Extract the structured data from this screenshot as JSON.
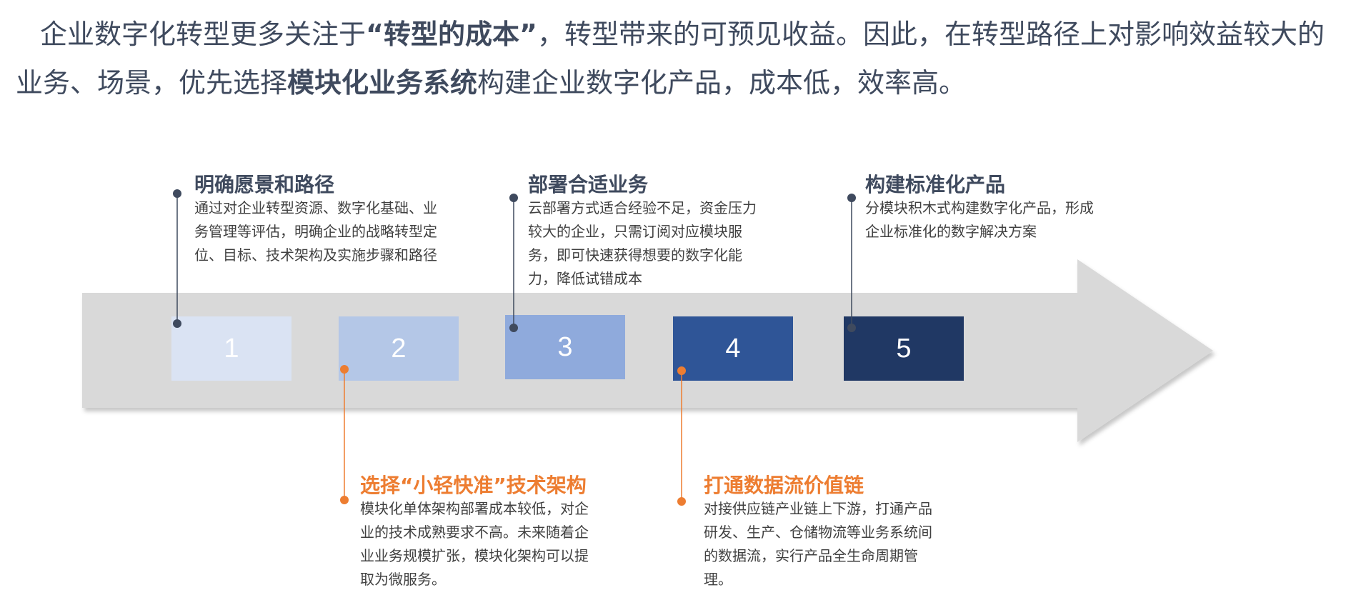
{
  "intro": {
    "part1": "企业数字化转型更多关注于",
    "bold1": "“转型的成本”",
    "part2": "，转型带来的可预见收益。因此，在转型路径上对影响效益较大的业务、场景，优先选择",
    "bold2": "模块化业务系统",
    "part3": "构建企业数字化产品，成本低，效率高。"
  },
  "colors": {
    "text_dark": "#3f4a5e",
    "accent_orange": "#ed7d31",
    "arrow_gray": "#d9d9d9",
    "box1": "#dae3f3",
    "box2": "#b4c7e7",
    "box3": "#8faadc",
    "box4": "#2f5597",
    "box5": "#203864"
  },
  "steps": [
    {
      "number": "1",
      "title": "明确愿景和路径",
      "description": "通过对企业转型资源、数字化基础、业务管理等评估，明确企业的战略转型定位、目标、技术架构及实施步骤和路径"
    },
    {
      "number": "2",
      "title": "选择“小轻快准”技术架构",
      "description": "模块化单体架构部署成本较低，对企业的技术成熟要求不高。未来随着企业业务规模扩张，模块化架构可以提取为微服务。"
    },
    {
      "number": "3",
      "title": "部署合适业务",
      "description": "云部署方式适合经验不足，资金压力较大的企业，只需订阅对应模块服务，即可快速获得想要的数字化能力，降低试错成本"
    },
    {
      "number": "4",
      "title": "打通数据流价值链",
      "description": "对接供应链产业链上下游，打通产品研发、生产、仓储物流等业务系统间的数据流，实行产品全生命周期管理。"
    },
    {
      "number": "5",
      "title": "构建标准化产品",
      "description": "分模块积木式构建数字化产品，形成企业标准化的数字解决方案"
    }
  ]
}
